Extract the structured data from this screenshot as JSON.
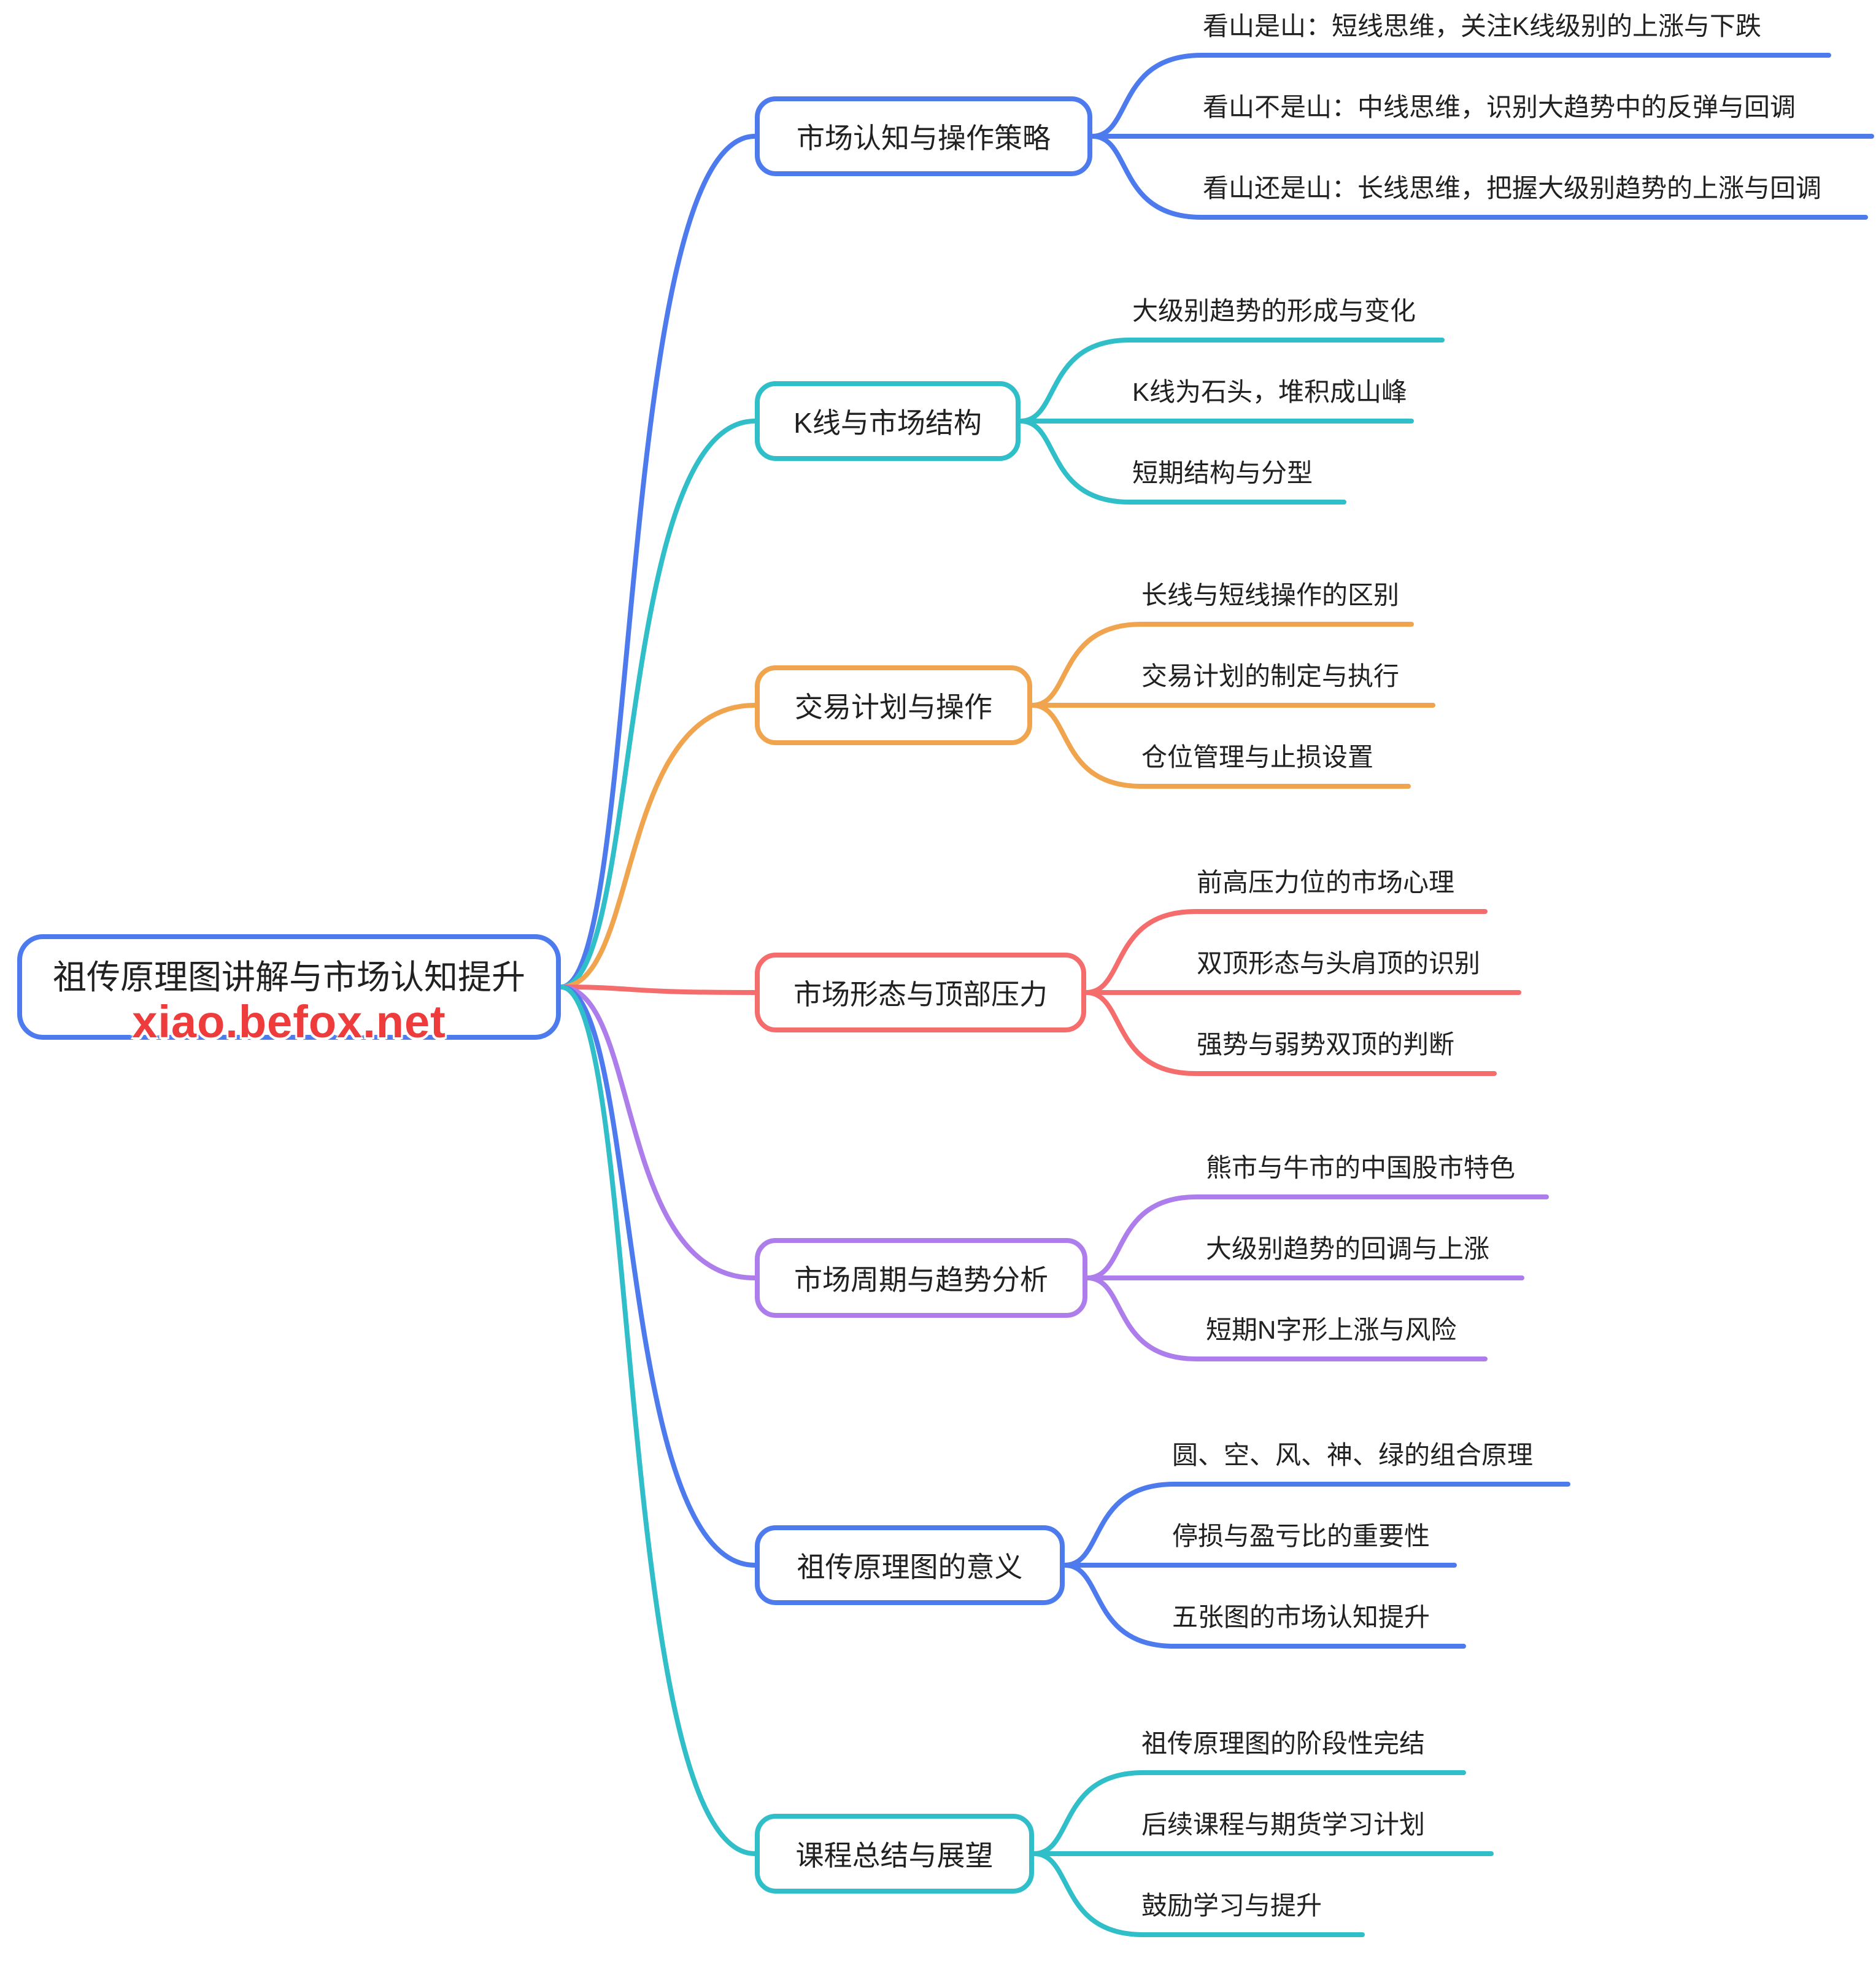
{
  "root": {
    "label": "祖传原理图讲解与市场认知提升",
    "color": "#4d7bee",
    "watermark": "xiao.befox.net",
    "watermark_color": "#ee3b3b"
  },
  "palette": {
    "blue": "#4d7bee",
    "teal": "#30bfc9",
    "orange": "#f0a44e",
    "pink": "#f56c6c",
    "purple": "#ad7deb",
    "text": "#212121"
  },
  "branches": [
    {
      "label": "市场认知与操作策略",
      "color": "#4d7bee",
      "children": [
        "看山是山：短线思维，关注K线级别的上涨与下跌",
        "看山不是山：中线思维，识别大趋势中的反弹与回调",
        "看山还是山：长线思维，把握大级别趋势的上涨与回调"
      ]
    },
    {
      "label": "K线与市场结构",
      "color": "#30bfc9",
      "children": [
        "大级别趋势的形成与变化",
        "K线为石头，堆积成山峰",
        "短期结构与分型"
      ]
    },
    {
      "label": "交易计划与操作",
      "color": "#f0a44e",
      "children": [
        "长线与短线操作的区别",
        "交易计划的制定与执行",
        "仓位管理与止损设置"
      ]
    },
    {
      "label": "市场形态与顶部压力",
      "color": "#f56c6c",
      "children": [
        "前高压力位的市场心理",
        "双顶形态与头肩顶的识别",
        "强势与弱势双顶的判断"
      ]
    },
    {
      "label": "市场周期与趋势分析",
      "color": "#ad7deb",
      "children": [
        "熊市与牛市的中国股市特色",
        "大级别趋势的回调与上涨",
        "短期N字形上涨与风险"
      ]
    },
    {
      "label": "祖传原理图的意义",
      "color": "#4d7bee",
      "children": [
        "圆、空、风、神、绿的组合原理",
        "停损与盈亏比的重要性",
        "五张图的市场认知提升"
      ]
    },
    {
      "label": "课程总结与展望",
      "color": "#30bfc9",
      "children": [
        "祖传原理图的阶段性完结",
        "后续课程与期货学习计划",
        "鼓励学习与提升"
      ]
    }
  ]
}
